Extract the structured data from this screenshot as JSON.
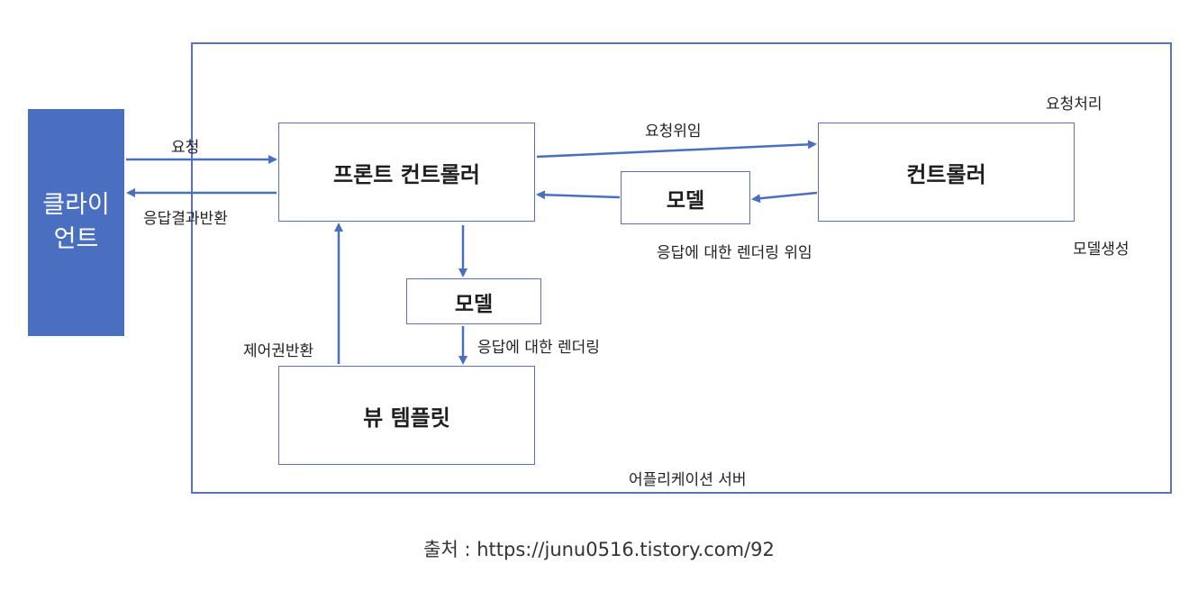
{
  "diagram": {
    "server_label": "어플리케이션 서버",
    "client_line1": "클라이",
    "client_line2": "언트",
    "front_controller": "프론트 컨트롤러",
    "controller": "컨트롤러",
    "model_top": "모델",
    "model_mid": "모델",
    "view_template": "뷰 템플릿",
    "edges": {
      "request": "요청",
      "response_return": "응답결과반환",
      "delegate_request": "요청위임",
      "delegate_render": "응답에 대한 렌더링 위임",
      "render": "응답에 대한 렌더링",
      "return_control": "제어권반환",
      "process_request": "요청처리",
      "create_model": "모델생성"
    }
  },
  "caption": "출처 : https://junu0516.tistory.com/92",
  "colors": {
    "accent": "#4a6fc0",
    "border": "#5a73b8"
  }
}
